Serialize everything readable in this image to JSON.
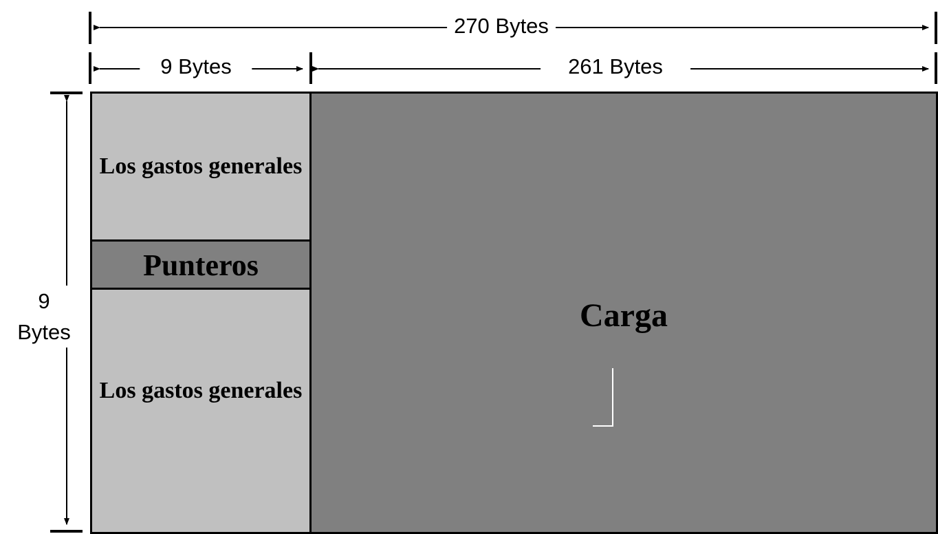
{
  "dimensions": {
    "total_width": "270 Bytes",
    "overhead_width": "9 Bytes",
    "payload_width": "261 Bytes",
    "height_number": "9",
    "height_unit": "Bytes"
  },
  "blocks": {
    "top_overhead": "Los gastos generales",
    "pointers": "Punteros",
    "bottom_overhead": "Los gastos generales",
    "payload": "Carga"
  },
  "colors": {
    "overhead_fill": "#c0c0c0",
    "pointer_fill": "#808080",
    "payload_fill": "#808080"
  }
}
